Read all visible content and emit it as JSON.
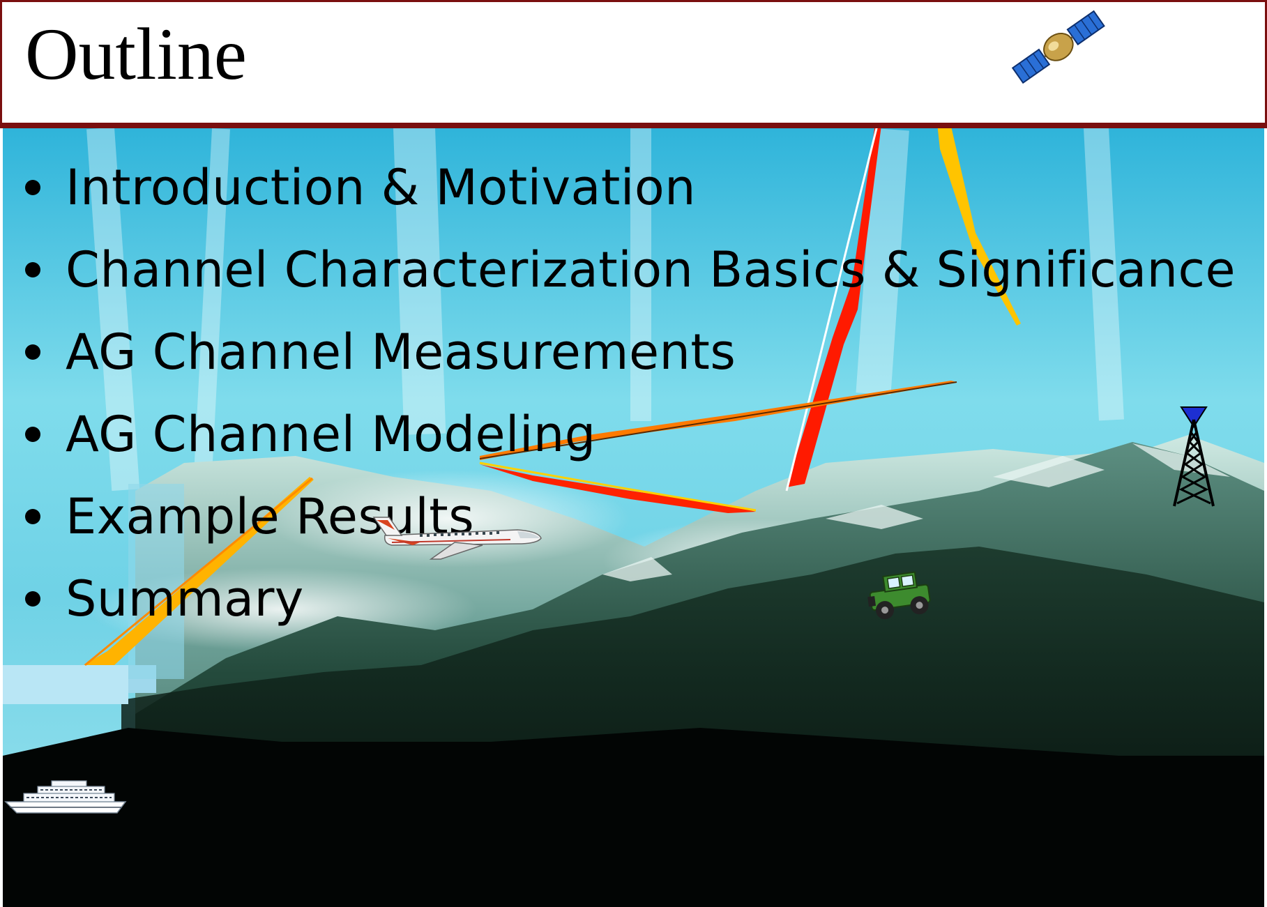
{
  "title": "Outline",
  "bullets": [
    "Introduction & Motivation",
    "Channel Characterization Basics & Significance",
    "AG Channel Measurements",
    "AG Channel Modeling",
    "Example Results",
    "Summary"
  ],
  "icons": [
    "satellite-icon",
    "airplane-icon",
    "jeep-icon",
    "ship-icon",
    "radio-tower-icon"
  ],
  "colors": {
    "title_border": "#7a0f0f",
    "sky_top": "#3fb9de",
    "sky_light": "#9fe9f2",
    "link_red": "#ff1a00",
    "link_orange": "#ff7a00",
    "link_yellow": "#ffc400"
  }
}
